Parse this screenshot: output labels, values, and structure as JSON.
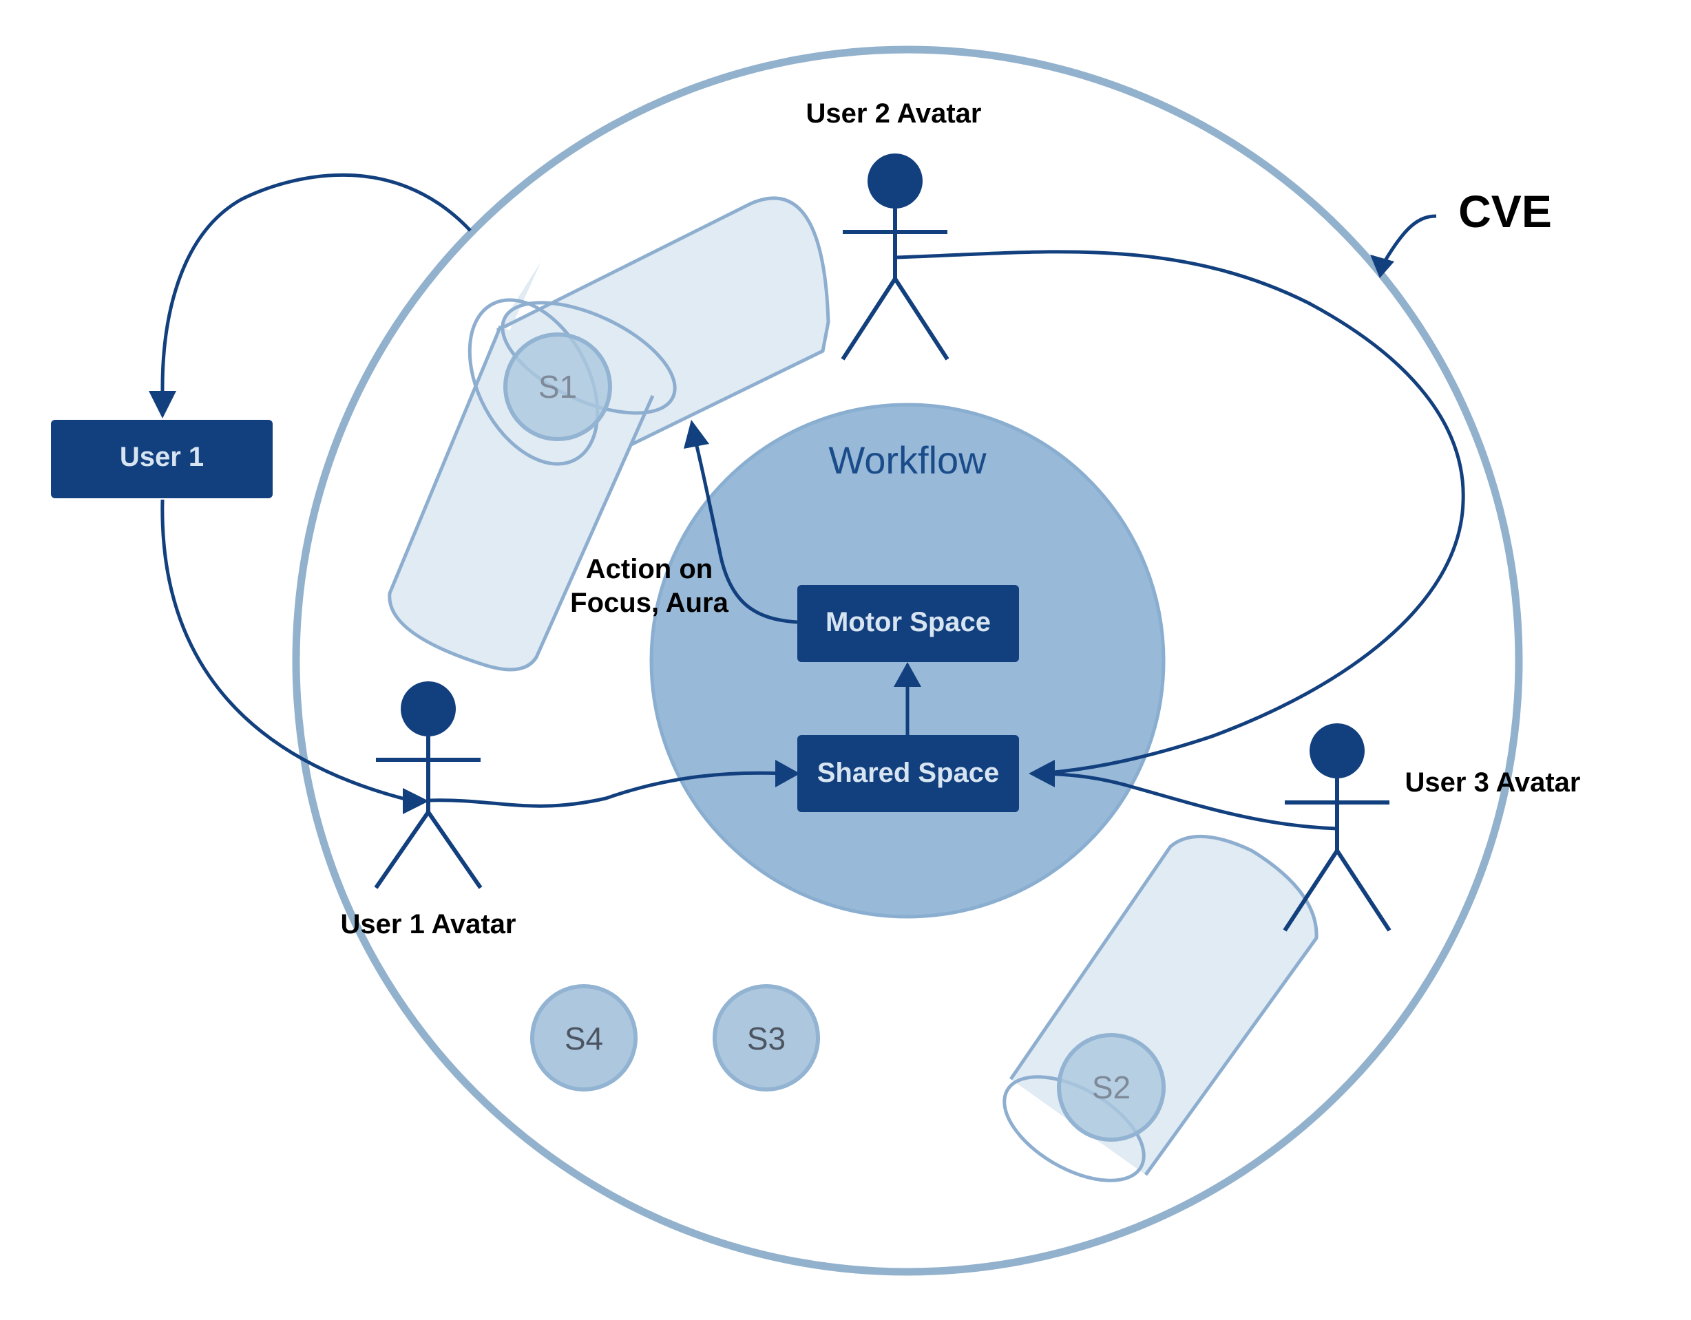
{
  "diagram": {
    "cve_label": "CVE",
    "workflow_label": "Workflow",
    "motor_space_label": "Motor Space",
    "shared_space_label": "Shared Space",
    "user1_box_label": "User 1",
    "user1_avatar_label": "User 1 Avatar",
    "user2_avatar_label": "User 2 Avatar",
    "user3_avatar_label": "User 3 Avatar",
    "action_label_line1": "Action on",
    "action_label_line2": "Focus, Aura",
    "spaces": [
      "S1",
      "S2",
      "S3",
      "S4"
    ]
  },
  "colors": {
    "dark_blue": "#123f7d",
    "cve_ring": "#92b1cd",
    "workflow_fill": "#98b9d8",
    "cylinder_fill": "#e1ebf3",
    "cylinder_stroke": "#8eaed0",
    "sphere_fill": "#adc8de"
  }
}
